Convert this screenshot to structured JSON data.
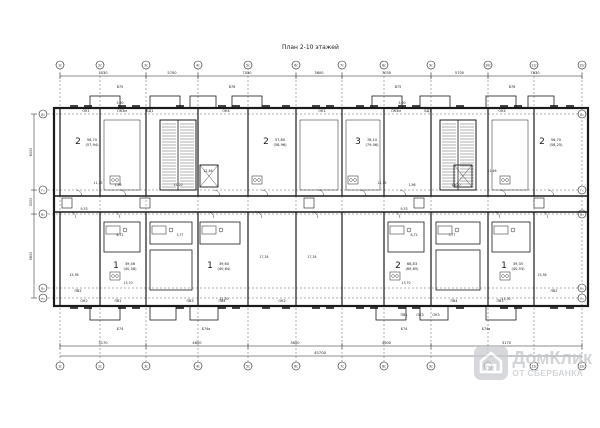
{
  "title": "План 2-10 этажей",
  "watermark": {
    "line1": "ДомКлик",
    "line2": "ОТ СБЕРБАНКА"
  },
  "axes_top": [
    "1с",
    "2с",
    "3с",
    "4с",
    "5с",
    "6с",
    "7с",
    "8с",
    "9с",
    "10с",
    "11с",
    "12с",
    "13с",
    "14с"
  ],
  "axes_left": [
    "Дс",
    "Гс",
    "Вс",
    "Бс",
    "Ас"
  ],
  "dims_top": [
    "7030",
    "5700",
    "7030",
    "3600",
    "7030",
    "5700",
    "7030"
  ],
  "dims_bottom": [
    "3170",
    "4600",
    "3600",
    "4600",
    "3170"
  ],
  "total_width": "45700",
  "dims_left": [
    "6000",
    "3000",
    "5800"
  ],
  "apartments": [
    {
      "rooms": "2",
      "area": "56,70\n(57,94)"
    },
    {
      "rooms": "2",
      "area": "57,80\n(58,96)"
    },
    {
      "rooms": "3",
      "area": "78,10\n(79,06)"
    },
    {
      "rooms": "2",
      "area": "56,70\n(58,25)"
    },
    {
      "rooms": "1",
      "area": "39,46\n(40,58)"
    },
    {
      "rooms": "1",
      "area": "39,60\n(40,64)"
    },
    {
      "rooms": "2",
      "area": "68,83\n(69,85)"
    },
    {
      "rooms": "1",
      "area": "39,35\n(40,53)"
    }
  ],
  "room_labels": [
    "ОК1",
    "ОК3м",
    "БД1",
    "ОК4",
    "ОК2",
    "ПВ1",
    "ПВ2",
    "ПВ3",
    "ПВ4",
    "ОК3",
    "Б74",
    "Б74а",
    "В75",
    "В76"
  ],
  "small_numbers": [
    "5,30",
    "1,96",
    "11,15",
    "15,20",
    "9,33",
    "8,72",
    "15,36",
    "13,70",
    "12,46",
    "3,77",
    "17,34",
    "11,30"
  ]
}
